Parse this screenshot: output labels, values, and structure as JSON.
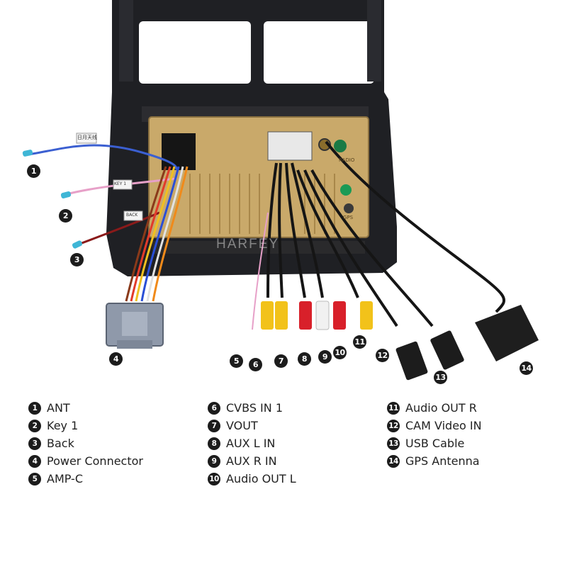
{
  "brand": "HARFEY",
  "wire_tags": {
    "ant": "日月天线",
    "key": "KEY 1",
    "back": "BACK"
  },
  "port_labels": {
    "radio": "RADIO",
    "gps": "GPS"
  },
  "legend": [
    {
      "num": "1",
      "label": "ANT"
    },
    {
      "num": "2",
      "label": "Key 1"
    },
    {
      "num": "3",
      "label": "Back"
    },
    {
      "num": "4",
      "label": "Power Connector"
    },
    {
      "num": "5",
      "label": "AMP-C"
    },
    {
      "num": "6",
      "label": "CVBS IN 1"
    },
    {
      "num": "7",
      "label": "VOUT"
    },
    {
      "num": "8",
      "label": "AUX L IN"
    },
    {
      "num": "9",
      "label": "AUX R IN"
    },
    {
      "num": "10",
      "label": "Audio OUT L"
    },
    {
      "num": "11",
      "label": "Audio OUT R"
    },
    {
      "num": "12",
      "label": "CAM Video IN"
    },
    {
      "num": "13",
      "label": "USB Cable"
    },
    {
      "num": "14",
      "label": "GPS Antenna"
    }
  ],
  "colors": {
    "frame": "#1e1e22",
    "chassis": "#c9a96a",
    "badge": "#1c1c1c",
    "rca_yellow": "#f2c21a",
    "rca_red": "#d8202a",
    "rca_white": "#f1f1f1"
  }
}
